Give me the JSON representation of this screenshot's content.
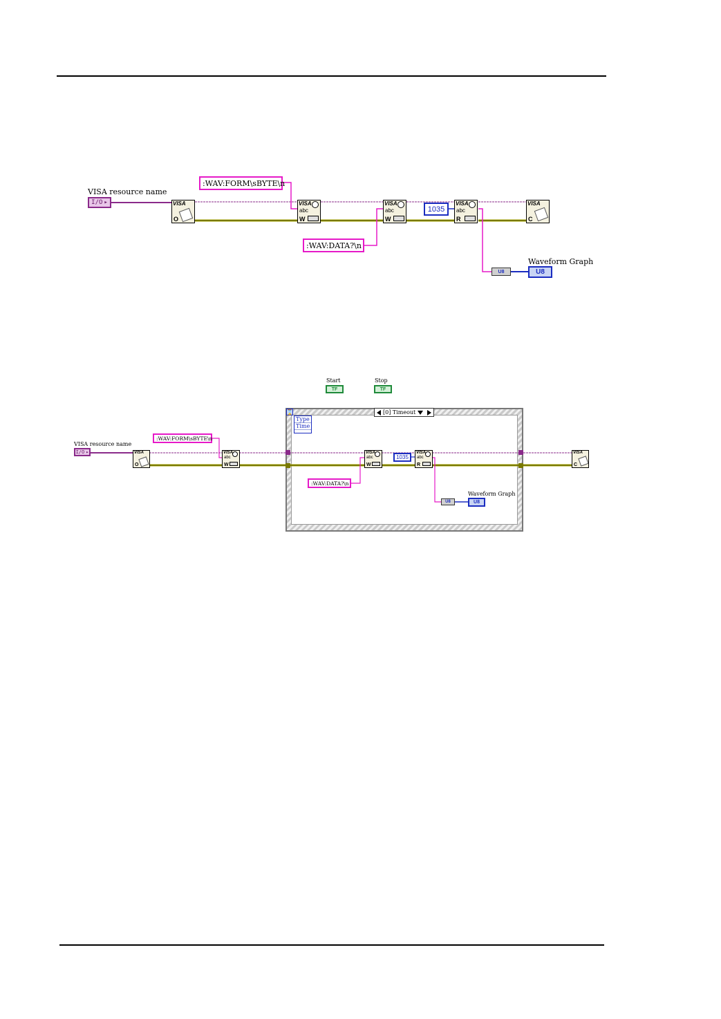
{
  "diagram1": {
    "visa_resource_label": "VISA resource name",
    "io_control_text": "I/O",
    "write_cmd_1": ":WAV:FORM\\sBYTE\\n",
    "write_cmd_2": ":WAV:DATA?\\n",
    "byte_count": "1035",
    "waveform_graph_label": "Waveform Graph",
    "graph_type": "U8",
    "open_vi": {
      "head": "VISA",
      "mode": "O"
    },
    "write_vi": {
      "head": "VISA",
      "abc": "abc",
      "mode": "W"
    },
    "read_vi": {
      "head": "VISA",
      "abc": "abc",
      "mode": "R"
    },
    "close_vi": {
      "head": "VISA",
      "mode": "C"
    }
  },
  "diagram2": {
    "visa_resource_label": "VISA resource name",
    "io_control_text": "I/O",
    "write_cmd_1": ":WAV:FORM\\sBYTE\\n",
    "write_cmd_2": ":WAV:DATA?\\n",
    "byte_count": "1035",
    "waveform_graph_label": "Waveform Graph",
    "graph_type": "U8",
    "start_label": "Start",
    "stop_label": "Stop",
    "bool_text": "TF",
    "event_case": "[0] Timeout",
    "event_data": [
      "Type",
      "Time"
    ],
    "open_vi": {
      "head": "VISA",
      "mode": "O"
    },
    "write_vi": {
      "head": "VISA",
      "abc": "abc",
      "mode": "W"
    },
    "read_vi": {
      "head": "VISA",
      "abc": "abc",
      "mode": "R"
    },
    "close_vi": {
      "head": "VISA",
      "mode": "C"
    }
  },
  "colors": {
    "string_wire": "#e619c8",
    "visa_wire": "#8a2a8a",
    "error_wire": "#a8a800",
    "numeric_wire": "#1a2cc0"
  }
}
